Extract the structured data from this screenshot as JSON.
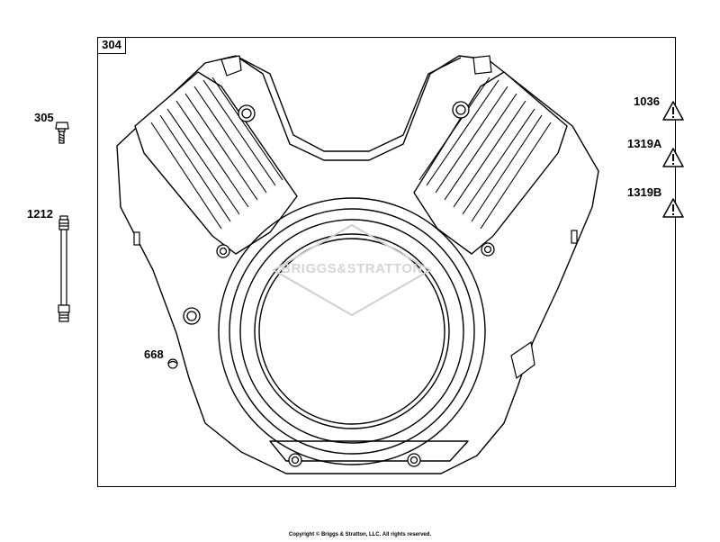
{
  "diagram": {
    "main_part": "304",
    "labels": {
      "p305": "305",
      "p1212": "1212",
      "p668": "668",
      "p1036": "1036",
      "p1319a": "1319A",
      "p1319b": "1319B"
    },
    "watermark_logo_text": "BRIGGS&STRATTON",
    "copyright": "Copyright © Briggs & Stratton, LLC. All rights reserved.",
    "colors": {
      "line": "#000000",
      "watermark": "#cfcfcf",
      "background": "#ffffff"
    },
    "icons": [
      "warning-triangle-icon",
      "bolt-icon",
      "stud-icon",
      "plug-icon"
    ]
  }
}
